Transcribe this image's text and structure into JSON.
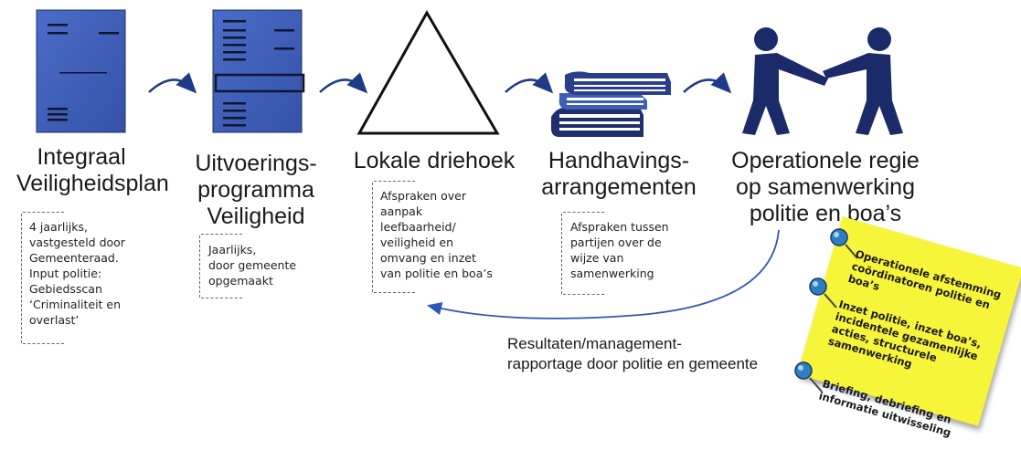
{
  "stages": [
    {
      "title": [
        "Integraal",
        "Veiligheidsplan"
      ],
      "note": [
        "4 jaarlijks,",
        "vastgesteld door",
        "Gemeenteraad.",
        "Input politie:",
        "Gebiedsscan",
        "‘Criminaliteit en",
        "overlast’"
      ]
    },
    {
      "title": [
        "Uitvoerings-",
        "programma",
        "Veiligheid"
      ],
      "note": [
        "Jaarlijks,",
        "door gemeente",
        "opgemaakt"
      ]
    },
    {
      "title": [
        "Lokale driehoek"
      ],
      "note": [
        "Afspraken over",
        "aanpak",
        "leefbaarheid/",
        "veiligheid en",
        "omvang en inzet",
        "van politie en boa’s"
      ]
    },
    {
      "title": [
        "Handhavings-",
        "arrangementen"
      ],
      "note": [
        "Afspraken tussen",
        "partijen over de",
        "wijze van",
        "samenwerking"
      ]
    },
    {
      "title": [
        "Operationele regie",
        "op samenwerking",
        "politie en boa’s"
      ]
    }
  ],
  "sticky_note": {
    "items": [
      [
        "Operationele afstemming",
        "coördinatoren politie en",
        "boa’s"
      ],
      [
        "Inzet politie, inzet boa’s,",
        "incidentele gezamenlijke",
        "acties, structurele",
        "samenwerking"
      ],
      [
        "Briefing, debriefing en",
        "informatie uitwisseling"
      ]
    ]
  },
  "feedback": {
    "label": [
      "Resultaten/management-",
      "rapportage door politie en gemeente"
    ]
  },
  "colors": {
    "blue": "#3d5fb8",
    "blue_dark": "#1f2f6e",
    "navy": "#1b2a68",
    "sticky": "#f7f53a"
  }
}
